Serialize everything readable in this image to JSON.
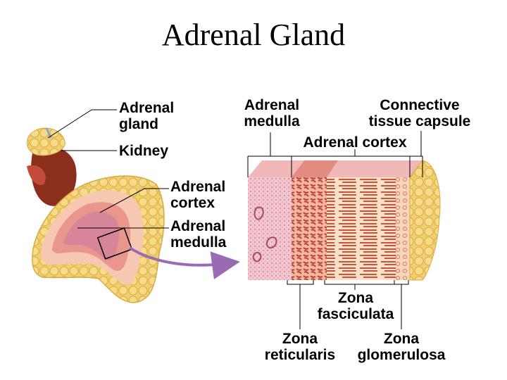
{
  "title": "Adrenal Gland",
  "labels": {
    "adrenal_gland_line1": "Adrenal",
    "adrenal_gland_line2": "gland",
    "kidney": "Kidney",
    "adrenal_cortex_left_line1": "Adrenal",
    "adrenal_cortex_left_line2": "cortex",
    "adrenal_medulla_left_line1": "Adrenal",
    "adrenal_medulla_left_line2": "medulla",
    "adrenal_medulla_top_line1": "Adrenal",
    "adrenal_medulla_top_line2": "medulla",
    "connective_capsule_line1": "Connective",
    "connective_capsule_line2": "tissue capsule",
    "adrenal_cortex_top": "Adrenal cortex",
    "zona_fasciculata_line1": "Zona",
    "zona_fasciculata_line2": "fasciculata",
    "zona_reticularis_line1": "Zona",
    "zona_reticularis_line2": "reticularis",
    "zona_glomerulosa_line1": "Zona",
    "zona_glomerulosa_line2": "glomerulosa"
  },
  "colors": {
    "fat": "#f0cf6e",
    "fat_dark": "#d9a943",
    "kidney": "#8c2e1c",
    "cortex_outer": "#f6c8b2",
    "cortex_inner": "#e9968c",
    "medulla": "#d7869a",
    "arrow": "#9a6bb5",
    "tissue_medulla": "#f2c7cf",
    "tissue_reticularis": "#f4b7a4",
    "tissue_fasciculata": "#f9e0c6",
    "tissue_glomerulosa": "#f8d4b8",
    "capsule": "#f3d57a"
  }
}
